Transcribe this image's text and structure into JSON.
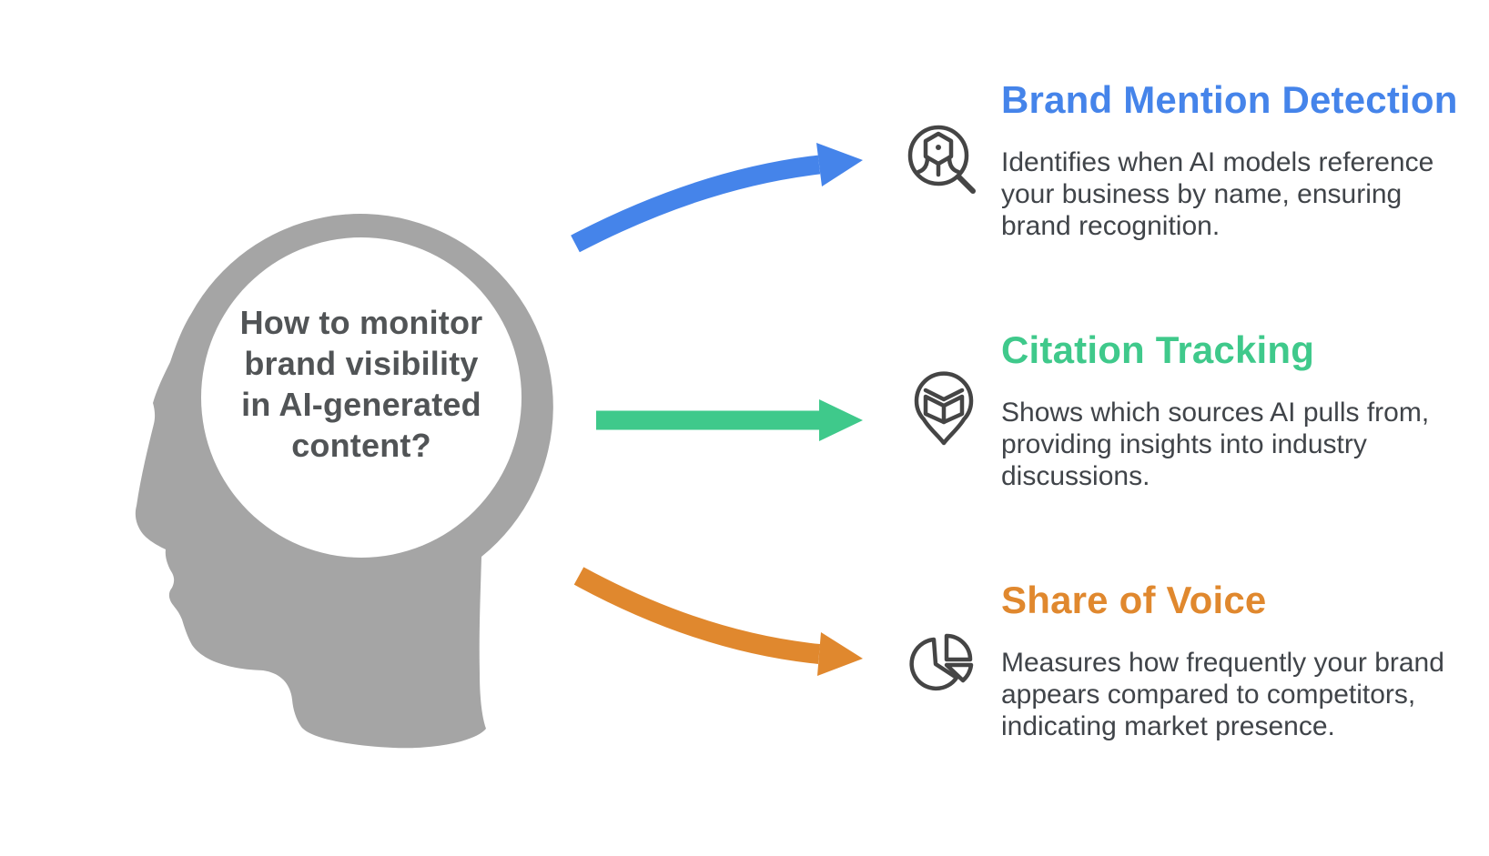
{
  "colors": {
    "blue": "#4584ea",
    "green": "#3fc98b",
    "orange": "#e0882e",
    "head_gray": "#a5a5a5",
    "question_text": "#515456",
    "body_text": "#404449",
    "icon_stroke": "#454545"
  },
  "head": {
    "question": "How to monitor\nbrand visibility\nin AI-generated\ncontent?"
  },
  "sections": [
    {
      "id": "brand-mention-detection",
      "title": "Brand Mention Detection",
      "description": "Identifies when AI models reference\nyour business by name, ensuring\nbrand recognition.",
      "icon": "robot-search-icon",
      "accent": "#4584ea",
      "arrow_style": "curved-up"
    },
    {
      "id": "citation-tracking",
      "title": "Citation Tracking",
      "description": "Shows which sources AI pulls from,\nproviding insights into industry\ndiscussions.",
      "icon": "book-pin-icon",
      "accent": "#3fc98b",
      "arrow_style": "straight"
    },
    {
      "id": "share-of-voice",
      "title": "Share of Voice",
      "description": "Measures how frequently your brand\nappears compared to competitors,\nindicating market presence.",
      "icon": "pie-chart-icon",
      "accent": "#e0882e",
      "arrow_style": "curved-down"
    }
  ]
}
